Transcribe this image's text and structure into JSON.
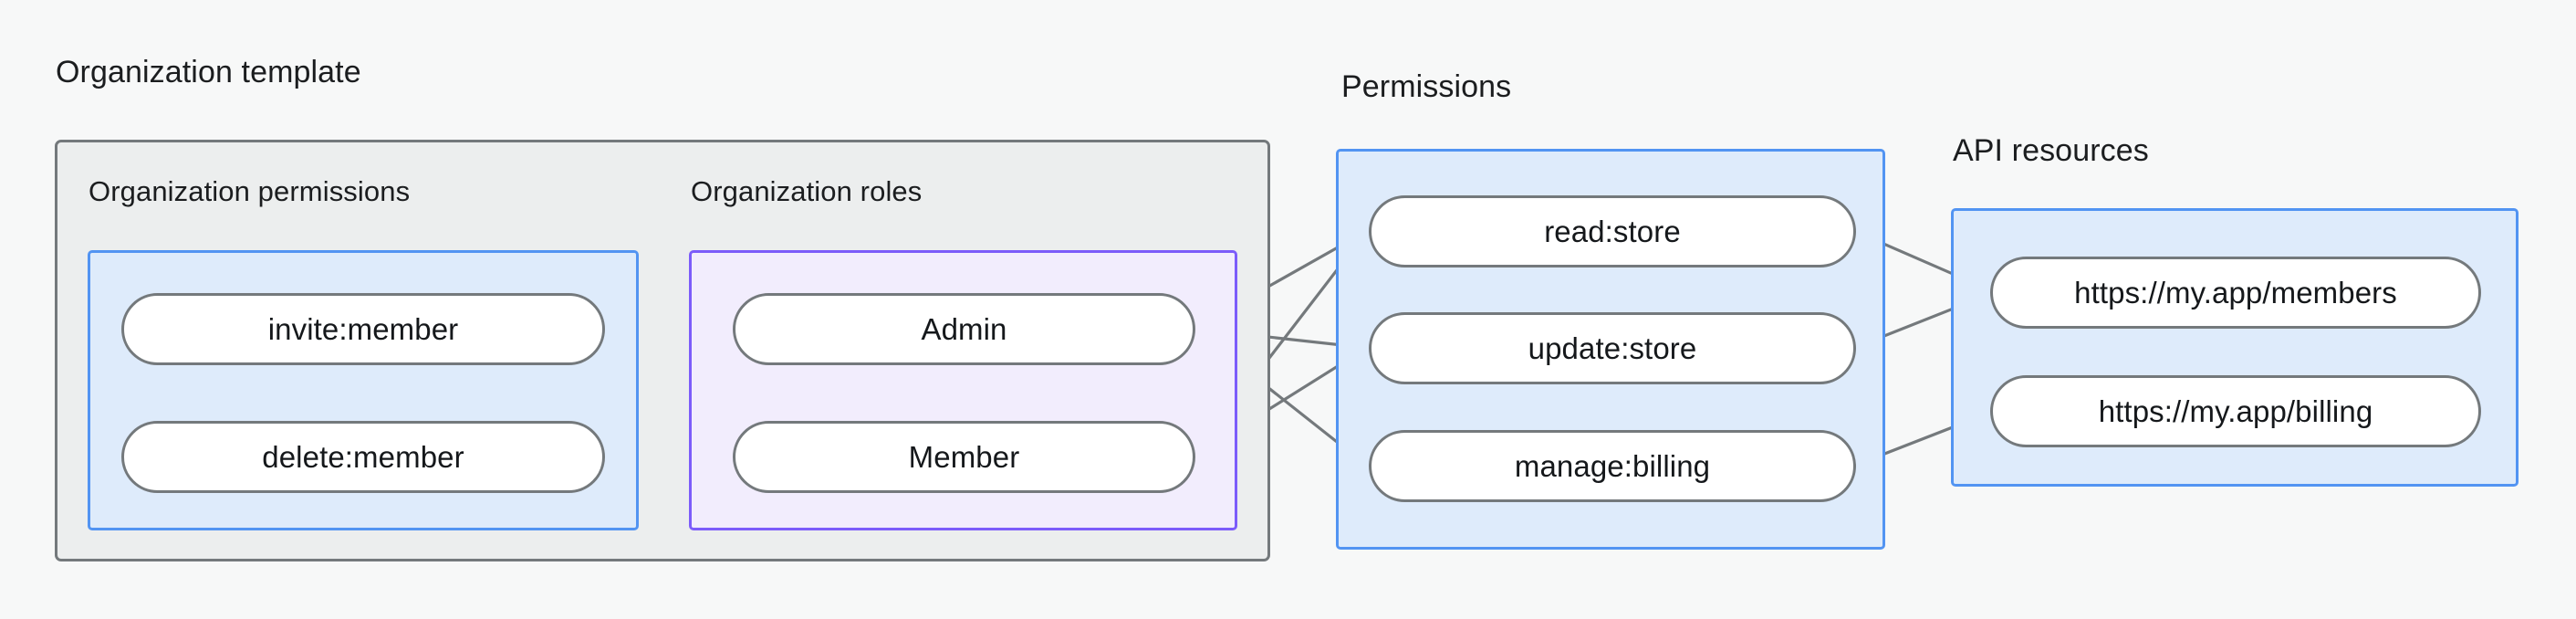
{
  "diagram": {
    "title_left": "Organization template",
    "groups": [
      {
        "id": "org-template",
        "label": "Organization template",
        "style": "gray"
      },
      {
        "id": "org-permissions",
        "label": "Organization permissions",
        "style": "blue"
      },
      {
        "id": "org-roles",
        "label": "Organization roles",
        "style": "purple"
      },
      {
        "id": "permissions",
        "label": "Permissions",
        "style": "blue"
      },
      {
        "id": "api-resources",
        "label": "API resources",
        "style": "blue"
      }
    ],
    "nodes": {
      "invite_member": "invite:member",
      "delete_member": "delete:member",
      "admin": "Admin",
      "member": "Member",
      "read_store": "read:store",
      "update_store": "update:store",
      "manage_billing": "manage:billing",
      "url_members": "https://my.app/members",
      "url_billing": "https://my.app/billing"
    },
    "edges": [
      {
        "from": "invite:member",
        "to": "Admin"
      },
      {
        "from": "invite:member",
        "to": "Member"
      },
      {
        "from": "delete:member",
        "to": "Member"
      },
      {
        "from": "Admin",
        "to": "read:store"
      },
      {
        "from": "Admin",
        "to": "update:store"
      },
      {
        "from": "Admin",
        "to": "manage:billing"
      },
      {
        "from": "Member",
        "to": "read:store"
      },
      {
        "from": "Member",
        "to": "update:store"
      },
      {
        "from": "read:store",
        "to": "https://my.app/members"
      },
      {
        "from": "update:store",
        "to": "https://my.app/members"
      },
      {
        "from": "manage:billing",
        "to": "https://my.app/billing"
      }
    ],
    "colors": {
      "background": "#F7F8F8",
      "gray_border": "#74797C",
      "gray_fill": "#ECEEEE",
      "blue_border": "#5294F2",
      "blue_fill": "#DEEBFB",
      "purple_border": "#7C5CFA",
      "purple_fill": "#F2EDFD",
      "node_fill": "#FFFFFF",
      "edge": "#74797C",
      "text": "#15181B"
    }
  }
}
